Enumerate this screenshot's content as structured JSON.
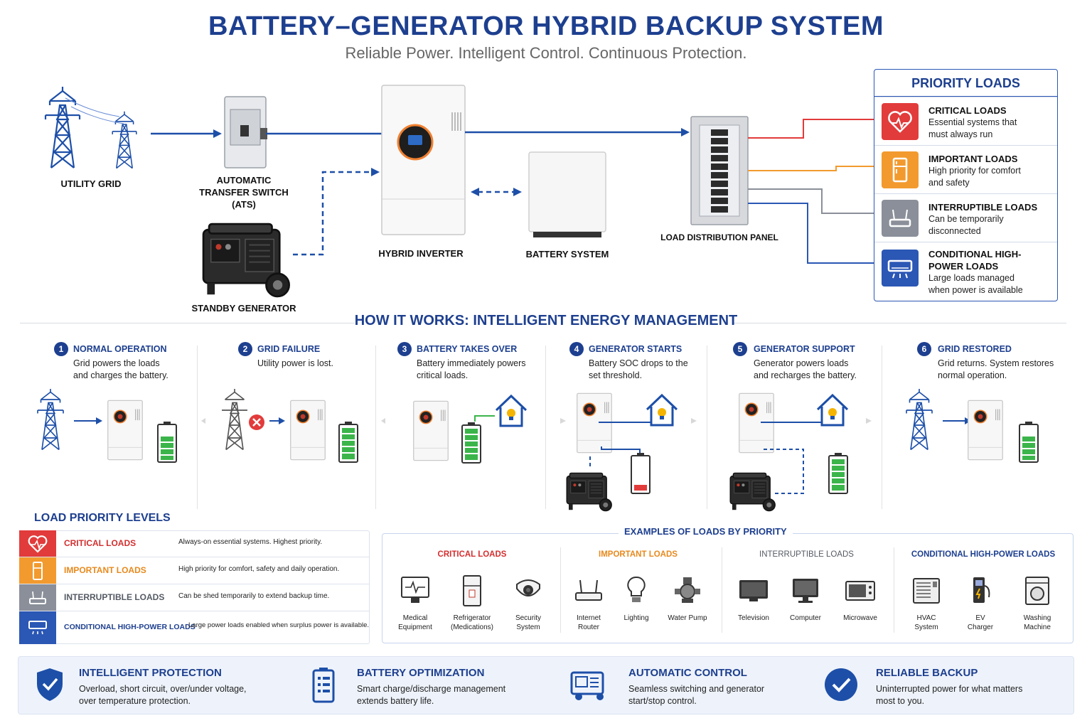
{
  "header": {
    "title": "BATTERY–GENERATOR HYBRID BACKUP SYSTEM",
    "subtitle": "Reliable Power. Intelligent Control. Continuous Protection."
  },
  "diagram": {
    "utility_grid": "UTILITY GRID",
    "ats_line1": "AUTOMATIC",
    "ats_line2": "TRANSFER SWITCH",
    "ats_line3": "(ATS)",
    "generator": "STANDBY GENERATOR",
    "inverter": "HYBRID INVERTER",
    "battery": "BATTERY SYSTEM",
    "panel": "LOAD DISTRIBUTION PANEL"
  },
  "priority_loads": {
    "title": "PRIORITY LOADS",
    "items": [
      {
        "title": "CRITICAL LOADS",
        "desc_line1": "Essential systems that",
        "desc_line2": "must always run",
        "color": "#e23b3b",
        "icon": "heart-pulse-icon"
      },
      {
        "title": "IMPORTANT LOADS",
        "desc_line1": "High priority for comfort",
        "desc_line2": "and safety",
        "color": "#f29a2e",
        "icon": "refrigerator-icon"
      },
      {
        "title": "INTERRUPTIBLE LOADS",
        "desc_line1": "Can be temporarily",
        "desc_line2": "disconnected",
        "color": "#8a8f99",
        "icon": "router-icon"
      },
      {
        "title_line1": "CONDITIONAL HIGH-",
        "title_line2": "POWER LOADS",
        "desc_line1": "Large loads managed",
        "desc_line2": "when power is available",
        "color": "#2b57b5",
        "icon": "air-conditioner-icon"
      }
    ]
  },
  "how_it_works": {
    "title": "HOW IT WORKS: INTELLIGENT ENERGY MANAGEMENT",
    "steps": [
      {
        "num": "1",
        "title": "NORMAL OPERATION",
        "desc_line1": "Grid powers the loads",
        "desc_line2": "and charges the battery."
      },
      {
        "num": "2",
        "title": "GRID FAILURE",
        "desc_line1": "Utility power is lost.",
        "desc_line2": ""
      },
      {
        "num": "3",
        "title": "BATTERY TAKES OVER",
        "desc_line1": "Battery immediately powers",
        "desc_line2": "critical loads."
      },
      {
        "num": "4",
        "title": "GENERATOR STARTS",
        "desc_line1": "Battery SOC drops to the",
        "desc_line2": "set threshold."
      },
      {
        "num": "5",
        "title": "GENERATOR SUPPORT",
        "desc_line1": "Generator powers loads",
        "desc_line2": "and recharges the battery."
      },
      {
        "num": "6",
        "title": "GRID RESTORED",
        "desc_line1": "Grid returns. System restores",
        "desc_line2": "normal operation."
      }
    ]
  },
  "load_priority_levels": {
    "title": "LOAD PRIORITY LEVELS",
    "rows": [
      {
        "name": "CRITICAL LOADS",
        "desc": "Always-on essential systems. Highest priority.",
        "color": "#e23b3b",
        "text_color": "#d32f2f"
      },
      {
        "name": "IMPORTANT LOADS",
        "desc": "High priority for comfort, safety and daily operation.",
        "color": "#f29a2e",
        "text_color": "#e8891c"
      },
      {
        "name": "INTERRUPTIBLE LOADS",
        "desc": "Can be shed temporarily to extend backup time.",
        "color": "#8a8f99",
        "text_color": "#555a63"
      },
      {
        "name": "CONDITIONAL HIGH-POWER LOADS",
        "desc": "Large power loads enabled when surplus power is available.",
        "color": "#2b57b5",
        "text_color": "#1d3f8f"
      }
    ]
  },
  "examples": {
    "title": "EXAMPLES OF LOADS BY PRIORITY",
    "categories": [
      {
        "name": "CRITICAL LOADS",
        "color": "#d32f2f",
        "items": [
          {
            "l1": "Medical",
            "l2": "Equipment"
          },
          {
            "l1": "Refrigerator",
            "l2": "(Medications)"
          },
          {
            "l1": "Security",
            "l2": "System"
          }
        ]
      },
      {
        "name": "IMPORTANT LOADS",
        "color": "#e8891c",
        "items": [
          {
            "l1": "Internet",
            "l2": "Router"
          },
          {
            "l1": "Lighting",
            "l2": ""
          },
          {
            "l1": "Water Pump",
            "l2": ""
          }
        ]
      },
      {
        "name": "INTERRUPTIBLE LOADS",
        "color": "#555a63",
        "items": [
          {
            "l1": "Television",
            "l2": ""
          },
          {
            "l1": "Computer",
            "l2": ""
          },
          {
            "l1": "Microwave",
            "l2": ""
          }
        ]
      },
      {
        "name": "CONDITIONAL HIGH-POWER LOADS",
        "color": "#1d3f8f",
        "items": [
          {
            "l1": "HVAC",
            "l2": "System"
          },
          {
            "l1": "EV",
            "l2": "Charger"
          },
          {
            "l1": "Washing",
            "l2": "Machine"
          }
        ]
      }
    ]
  },
  "features": [
    {
      "title": "INTELLIGENT PROTECTION",
      "desc_line1": "Overload, short circuit, over/under voltage,",
      "desc_line2": "over temperature protection.",
      "icon": "shield-check-icon"
    },
    {
      "title": "BATTERY OPTIMIZATION",
      "desc_line1": "Smart charge/discharge management",
      "desc_line2": "extends battery life.",
      "icon": "battery-list-icon"
    },
    {
      "title": "AUTOMATIC CONTROL",
      "desc_line1": "Seamless switching and generator",
      "desc_line2": "start/stop control.",
      "icon": "generator-icon"
    },
    {
      "title": "RELIABLE BACKUP",
      "desc_line1": "Uninterrupted power for what matters",
      "desc_line2": "most to you.",
      "icon": "check-circle-icon"
    }
  ]
}
